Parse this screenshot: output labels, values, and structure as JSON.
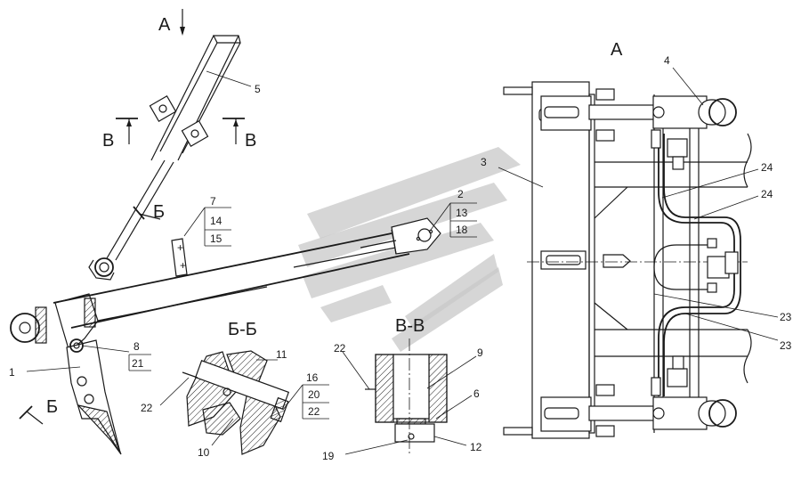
{
  "views": {
    "view_a_title": "А",
    "arrow_a": "А",
    "section_bb_title": "Б-Б",
    "section_vv_title": "В-В",
    "cut_b_left": "Б",
    "cut_b_right": "Б",
    "cut_v_left": "В",
    "cut_v_right": "В"
  },
  "callouts": {
    "c1": "1",
    "c2": "2",
    "c3": "3",
    "c4": "4",
    "c5": "5",
    "c6": "6",
    "c7": "7",
    "c8": "8",
    "c9": "9",
    "c10": "10",
    "c11": "11",
    "c12": "12",
    "c13": "13",
    "c14": "14",
    "c15": "15",
    "c16": "16",
    "c18": "18",
    "c19": "19",
    "c20": "20",
    "c21": "21",
    "c22a": "22",
    "c22b": "22",
    "c22c": "22",
    "c23a": "23",
    "c23b": "23",
    "c24a": "24",
    "c24b": "24"
  }
}
